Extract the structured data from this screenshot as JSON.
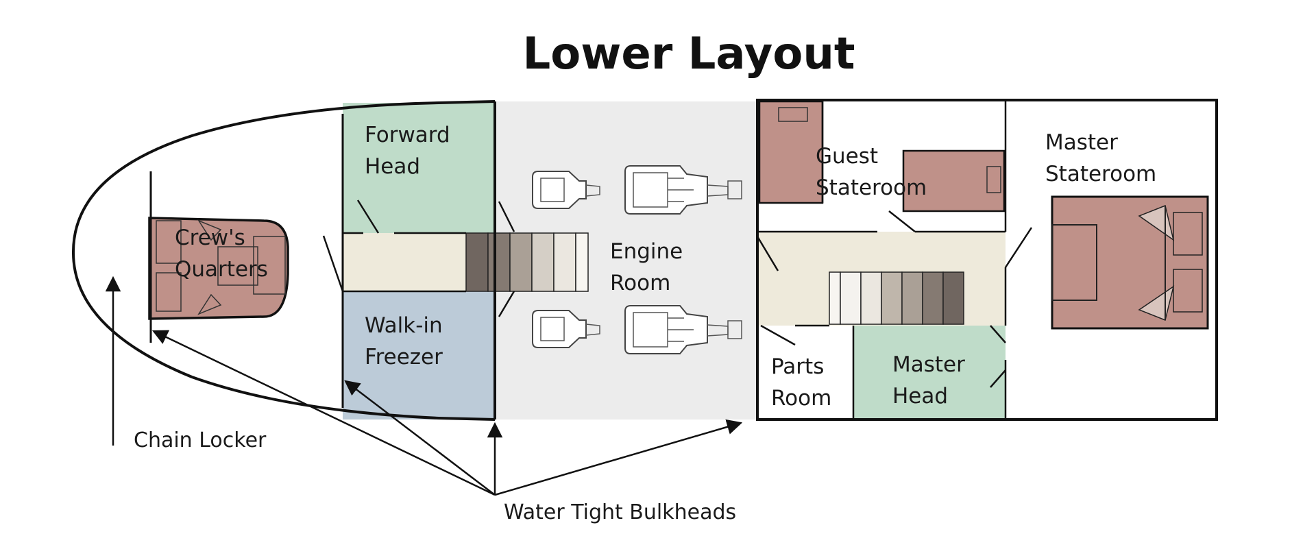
{
  "title": "Lower Layout",
  "rooms": {
    "forward_head": [
      "Forward",
      "Head"
    ],
    "walk_in_freezer": [
      "Walk-in",
      "Freezer"
    ],
    "crews_quarters": [
      "Crew's",
      "Quarters"
    ],
    "engine_room": [
      "Engine",
      "Room"
    ],
    "guest_stateroom": [
      "Guest",
      "Stateroom"
    ],
    "master_stateroom": [
      "Master",
      "Stateroom"
    ],
    "parts_room": [
      "Parts",
      "Room"
    ],
    "master_head": [
      "Master",
      "Head"
    ]
  },
  "callouts": {
    "chain_locker": "Chain Locker",
    "water_tight_bulkheads": "Water Tight Bulkheads"
  },
  "colors": {
    "head_green": "#bfdcc9",
    "freezer_blue": "#bccbd8",
    "bunk_brown": "#bf9189",
    "engine_room_grey": "#ececec",
    "corridor_beige": "#eeeadb",
    "stair_steps": [
      "#706660",
      "#857a72",
      "#aaa096",
      "#d5cfc6",
      "#ebe7e0",
      "#f7f5f1"
    ]
  },
  "icons": [
    "bow-hull-outline",
    "engine-icon",
    "bed-icon",
    "stairs-icon",
    "arrow-icon"
  ]
}
